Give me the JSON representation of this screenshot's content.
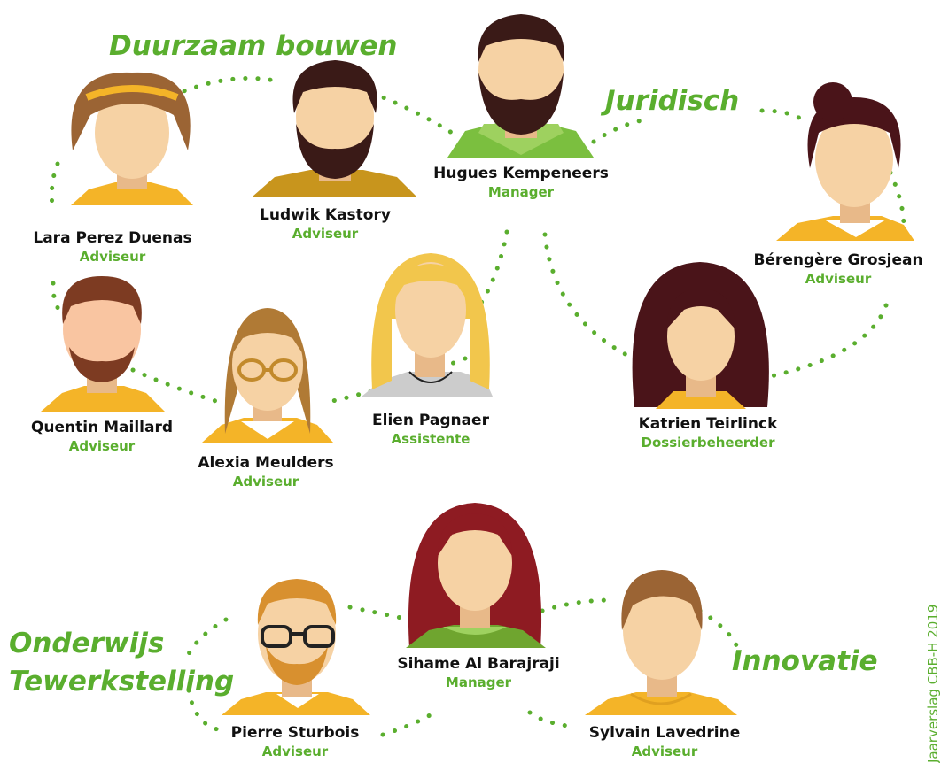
{
  "teams": {
    "duurzaam": "Duurzaam bouwen",
    "juridisch": "Juridisch",
    "onderwijs_line1": "Onderwijs",
    "onderwijs_line2": "Tewerkstelling",
    "innovatie": "Innovatie"
  },
  "side_label": "Jaarverslag CBB-H 2019",
  "people": {
    "hugues": {
      "name": "Hugues Kempeneers",
      "role": "Manager"
    },
    "ludwik": {
      "name": "Ludwik Kastory",
      "role": "Adviseur"
    },
    "lara": {
      "name": "Lara Perez Duenas",
      "role": "Adviseur"
    },
    "berengere": {
      "name": "Bérengère Grosjean",
      "role": "Adviseur"
    },
    "quentin": {
      "name": "Quentin Maillard",
      "role": "Adviseur"
    },
    "alexia": {
      "name": "Alexia Meulders",
      "role": "Adviseur"
    },
    "elien": {
      "name": "Elien Pagnaer",
      "role": "Assistente"
    },
    "katrien": {
      "name": "Katrien Teirlinck",
      "role": "Dossierbeheerder"
    },
    "sihame": {
      "name": "Sihame Al Barajraji",
      "role": "Manager"
    },
    "pierre": {
      "name": "Pierre Sturbois",
      "role": "Adviseur"
    },
    "sylvain": {
      "name": "Sylvain Lavedrine",
      "role": "Adviseur"
    }
  },
  "colors": {
    "accent_green": "#5aae2e",
    "skin": "#f6d2a4",
    "skin_shadow": "#e8b989",
    "dark_hair": "#3a1a17",
    "maroon_hair": "#4a1419",
    "brown_hair": "#9b6434",
    "blonde_hair": "#f2c64c",
    "red_hair": "#8e1b22",
    "shirt_yellow": "#f4b428",
    "shirt_green": "#7bbf3f"
  }
}
